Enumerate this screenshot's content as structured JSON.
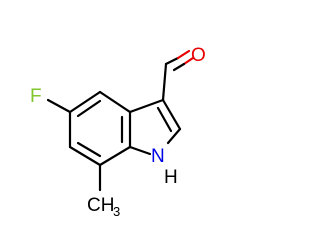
{
  "molecule": {
    "atoms": {
      "fluorine": {
        "symbol": "F",
        "color": "#7fc52b"
      },
      "oxygen": {
        "symbol": "O",
        "color": "#e80000"
      },
      "nitrogen": {
        "symbol": "N",
        "color": "#0000e8"
      },
      "nitrogen_h": {
        "symbol": "H",
        "color": "#000000"
      },
      "methyl_c": {
        "symbol": "CH",
        "color": "#000000"
      },
      "methyl_sub": {
        "symbol": "3",
        "color": "#000000"
      }
    },
    "bond_color": "#000000"
  }
}
